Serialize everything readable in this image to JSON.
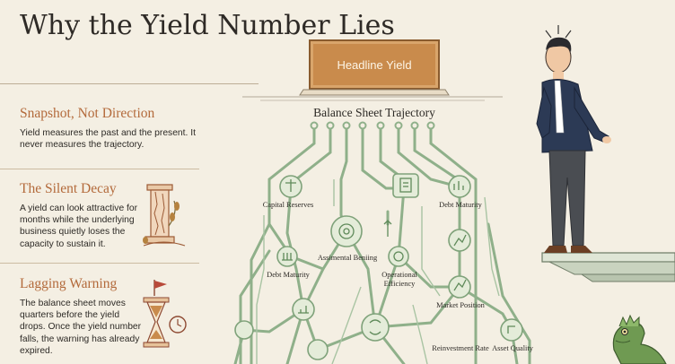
{
  "title": "Why the Yield Number Lies",
  "sections": [
    {
      "heading": "Snapshot, Not Direction",
      "body": "Yield measures the past and the present. It never measures the trajectory."
    },
    {
      "heading": "The Silent Decay",
      "body": "A yield can look attractive for months while the underlying business quietly loses the capacity to sustain it."
    },
    {
      "heading": "Lagging Warning",
      "body": "The balance sheet moves quarters before the yield drops. Once the yield number falls, the warning has already expired."
    }
  ],
  "headline_box": "Headline Yield",
  "diagram": {
    "title": "Balance Sheet Trajectory",
    "nodes": {
      "capital_reserves": "Capital Reserves",
      "debt_maturity_right": "Debt Maturity",
      "assimental_beniing": "Assimental Beniing",
      "debt_maturity_left": "Debt Maturity",
      "operational_efficiency": "Operational Efficiency",
      "market_position": "Market Position",
      "reinvestment_rate": "Reinvestment Rate",
      "asset_quality": "Asset Quality"
    }
  },
  "colors": {
    "accent": "#b36a3b",
    "circuit": "#8fb08a",
    "node_fill": "#e4ecd9",
    "headline_box": "#c98b4c",
    "background": "#f4efe3"
  },
  "icons": [
    "pillar-icon",
    "hourglass-icon",
    "flag-icon",
    "clock-icon",
    "person-illustration",
    "lizard-illustration"
  ]
}
